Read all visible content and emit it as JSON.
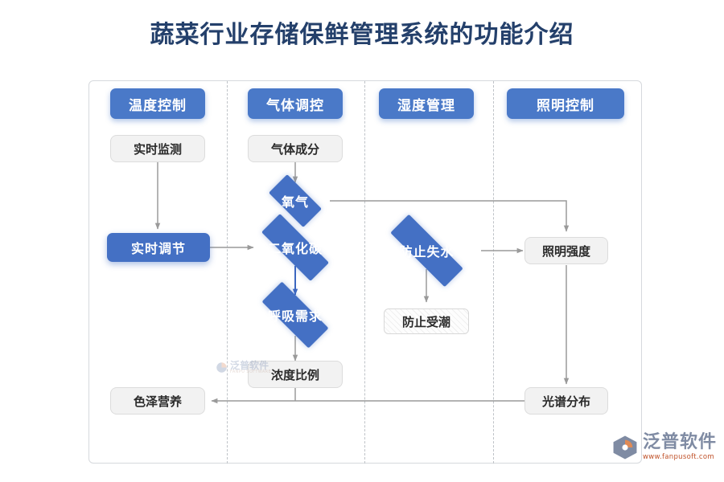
{
  "page": {
    "title": "蔬菜行业存储保鲜管理系统的功能介绍",
    "accent_blue": "#4470c4",
    "header_blue": "#4a79c8",
    "title_color": "#24406b",
    "gray_fill": "#f2f2f2",
    "connector_gray": "#9a9a9a"
  },
  "columns": [
    {
      "header": "温度控制"
    },
    {
      "header": "气体调控"
    },
    {
      "header": "湿度管理"
    },
    {
      "header": "照明控制"
    }
  ],
  "nodes": {
    "shishi_jiance": {
      "label": "实时监测",
      "shape": "rounded-rect",
      "style": "gray"
    },
    "shishi_tiaojie": {
      "label": "实时调节",
      "shape": "rounded-rect",
      "style": "blue"
    },
    "qiti_chengfen": {
      "label": "气体成分",
      "shape": "rounded-rect",
      "style": "gray"
    },
    "yangqi": {
      "label": "氧气",
      "shape": "diamond",
      "style": "blue"
    },
    "eryanghuatan": {
      "label": "二氧化碳",
      "shape": "diamond",
      "style": "blue"
    },
    "huxi_xuqiu": {
      "label": "呼吸需求",
      "shape": "diamond",
      "style": "blue"
    },
    "nongdu_bili": {
      "label": "浓度比例",
      "shape": "rounded-rect",
      "style": "gray"
    },
    "sese_yingyang": {
      "label": "色泽营养",
      "shape": "rounded-rect",
      "style": "gray"
    },
    "fangzhi_shishui": {
      "label": "防止失水",
      "shape": "diamond",
      "style": "blue"
    },
    "fangzhi_shouchao": {
      "label": "防止受潮",
      "shape": "rounded-rect",
      "style": "hatched"
    },
    "zhaoming_qiangdu": {
      "label": "照明强度",
      "shape": "rounded-rect",
      "style": "gray"
    },
    "guangpu_fenbu": {
      "label": "光谱分布",
      "shape": "rounded-rect",
      "style": "gray"
    }
  },
  "watermark": {
    "text": "泛普软件",
    "sub": "FANPU SOFTWARE"
  },
  "logo": {
    "name": "泛普软件",
    "url": "www.fanpusoft.com"
  }
}
